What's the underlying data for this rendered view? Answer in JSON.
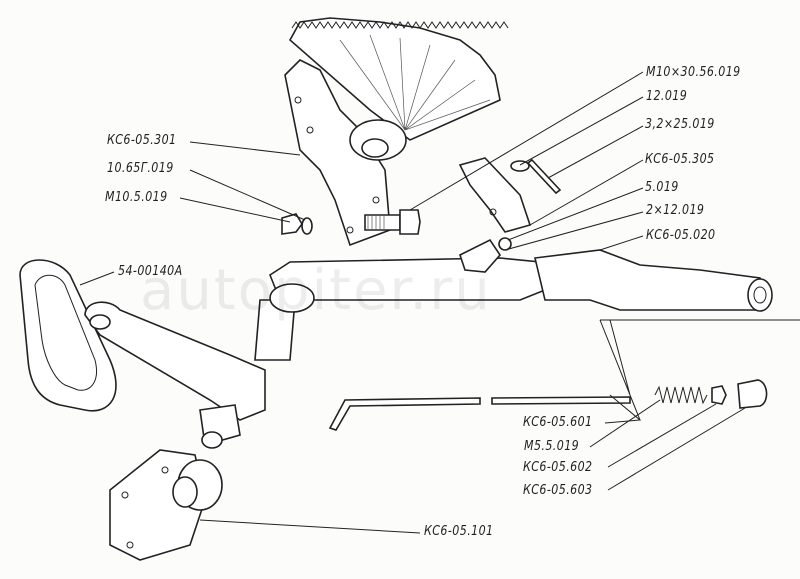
{
  "watermark": "autopiter.ru",
  "callouts": {
    "m10x30": "M10×30.56.019",
    "washer12": "12.019",
    "cotter": "3,2×25.019",
    "ks6_305": "КС6-05.305",
    "washer5": "5.019",
    "pin2x12": "2×12.019",
    "ks6_020": "КС6-05.020",
    "ks6_301": "КС6-05.301",
    "spring_washer": "10.65Г.019",
    "nut_m10": "M10.5.019",
    "pad": "54-00140А",
    "ks6_601": "КС6-05.601",
    "nut_m5": "M5.5.019",
    "ks6_602": "КС6-05.602",
    "ks6_603": "КС6-05.603",
    "ks6_101": "КС6-05.101"
  }
}
